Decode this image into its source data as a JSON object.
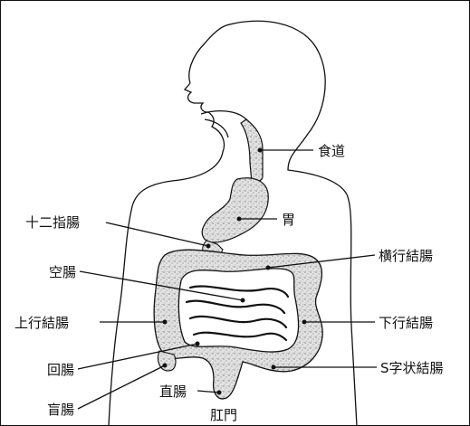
{
  "labels": {
    "esophagus": "食道",
    "stomach": "胃",
    "duodenum": "十二指腸",
    "transverse_colon": "横行結腸",
    "jejunum": "空腸",
    "ascending_colon": "上行結腸",
    "descending_colon": "下行結腸",
    "ileum": "回腸",
    "sigmoid_colon": "S字状結腸",
    "cecum": "盲腸",
    "rectum": "直腸",
    "anus": "肛門"
  },
  "colors": {
    "line": "#111111",
    "organ_fill": "#d9d9d9",
    "background": "#ffffff"
  }
}
